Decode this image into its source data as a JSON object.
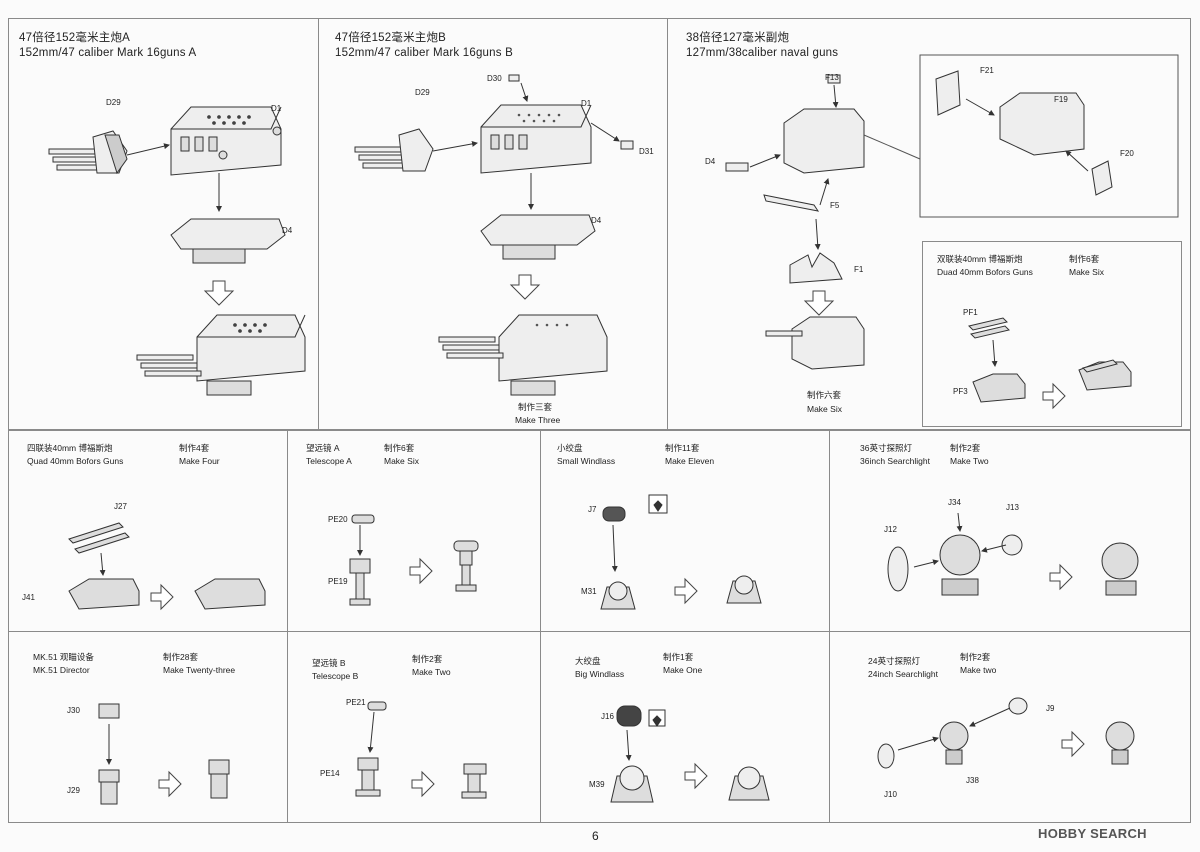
{
  "page_number": "6",
  "watermark": "HOBBY SEARCH",
  "panels": {
    "gunA": {
      "title_cn": "47倍径152毫米主炮A",
      "title_en": "152mm/47 caliber Mark 16guns A",
      "parts": [
        "D29",
        "D1",
        "D4"
      ]
    },
    "gunB": {
      "title_cn": "47倍径152毫米主炮B",
      "title_en": "152mm/47 caliber Mark 16guns B",
      "parts": [
        "D30",
        "D29",
        "D1",
        "D31",
        "D4"
      ],
      "qty_cn": "制作三套",
      "qty_en": "Make Three"
    },
    "naval": {
      "title_cn": "38倍径127毫米副炮",
      "title_en": "127mm/38caliber naval guns",
      "parts": [
        "F13",
        "D4",
        "F5",
        "F1",
        "F21",
        "F19",
        "F20"
      ],
      "qty_cn": "制作六套",
      "qty_en": "Make Six"
    },
    "bofors2": {
      "title_cn": "双联装40mm 博福斯炮",
      "title_en": "Duad 40mm Bofors Guns",
      "qty_cn": "制作6套",
      "qty_en": "Make Six",
      "parts": [
        "PF1",
        "PF3"
      ]
    },
    "bofors4": {
      "title_cn": "四联装40mm 博福斯炮",
      "title_en": "Quad 40mm Bofors Guns",
      "qty_cn": "制作4套",
      "qty_en": "Make Four",
      "parts": [
        "J27",
        "J41"
      ]
    },
    "telA": {
      "title_cn": "望远镜 A",
      "title_en": "Telescope A",
      "qty_cn": "制作6套",
      "qty_en": "Make Six",
      "parts": [
        "PE20",
        "PE19"
      ]
    },
    "windS": {
      "title_cn": "小绞盘",
      "title_en": "Small Windlass",
      "qty_cn": "制作11套",
      "qty_en": "Make Eleven",
      "parts": [
        "J7",
        "M31"
      ]
    },
    "search36": {
      "title_cn": "36英寸探照灯",
      "title_en": "36inch Searchlight",
      "qty_cn": "制作2套",
      "qty_en": "Make Two",
      "parts": [
        "J34",
        "J13",
        "J12"
      ]
    },
    "mk51": {
      "title_cn": "MK.51 观瞄设备",
      "title_en": "MK.51 Director",
      "qty_cn": "制作28套",
      "qty_en": "Make Twenty-three",
      "parts": [
        "J30",
        "J29"
      ]
    },
    "telB": {
      "title_cn": "望远镜 B",
      "title_en": "Telescope B",
      "qty_cn": "制作2套",
      "qty_en": "Make Two",
      "parts": [
        "PE21",
        "PE14"
      ]
    },
    "windB": {
      "title_cn": "大绞盘",
      "title_en": "Big Windlass",
      "qty_cn": "制作1套",
      "qty_en": "Make One",
      "parts": [
        "J16",
        "M39"
      ]
    },
    "search24": {
      "title_cn": "24英寸探照灯",
      "title_en": "24inch Searchlight",
      "qty_cn": "制作2套",
      "qty_en": "Make two",
      "parts": [
        "J9",
        "J10",
        "J38"
      ]
    }
  }
}
